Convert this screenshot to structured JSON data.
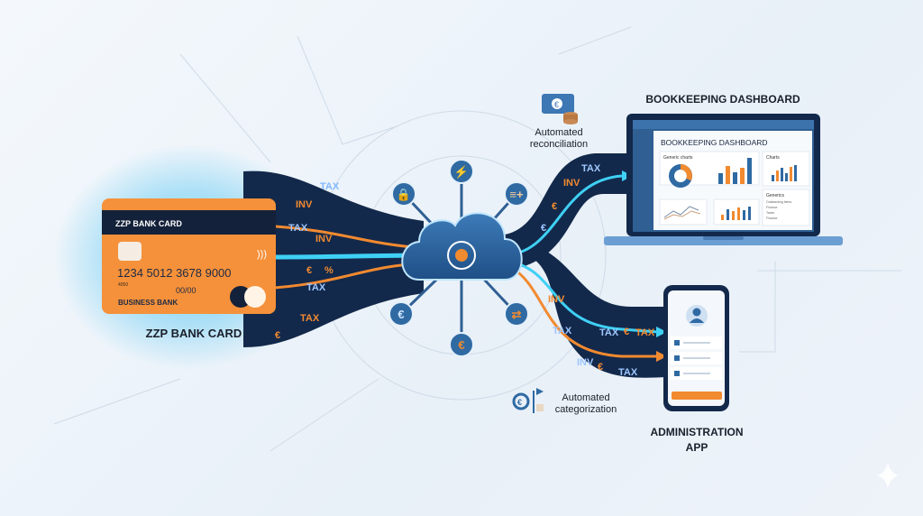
{
  "card": {
    "header": "ZZP BANK CARD",
    "number": "1234  5012  3678  9000",
    "small_code": "4050",
    "expiry": "00/00",
    "bank": "BUSINESS BANK",
    "caption": "ZZP BANK CARD"
  },
  "flow_labels": {
    "left": [
      "INV",
      "TAX",
      "TAX",
      "INV",
      "€",
      "%",
      "TAX",
      "TAX",
      "€"
    ],
    "right_top": [
      "INV",
      "TAX",
      "€",
      "€"
    ],
    "right_bottom": [
      "INV",
      "TAX",
      "TAX",
      "€",
      "TAX",
      "INV",
      "TAX",
      "€"
    ]
  },
  "reconciliation": {
    "line1": "Automated",
    "line2": "reconciliation"
  },
  "categorization": {
    "line1": "Automated",
    "line2": "categorization"
  },
  "dashboard": {
    "caption": "BOOKKEEPING DASHBOARD",
    "screen_title": "BOOKKEEPING DASHBOARD",
    "panel1_title": "Generic charts",
    "panel2_title": "Charts",
    "panel3_title": "Generics",
    "panel3_items": [
      "Outstanding items",
      "Finance",
      "Taxes",
      "Finance"
    ]
  },
  "app": {
    "caption_line1": "ADMINISTRATION",
    "caption_line2": "APP"
  },
  "colors": {
    "navy": "#13294b",
    "orange": "#f28a30",
    "cyan": "#3fd0f5",
    "blue": "#2f6aa3"
  }
}
